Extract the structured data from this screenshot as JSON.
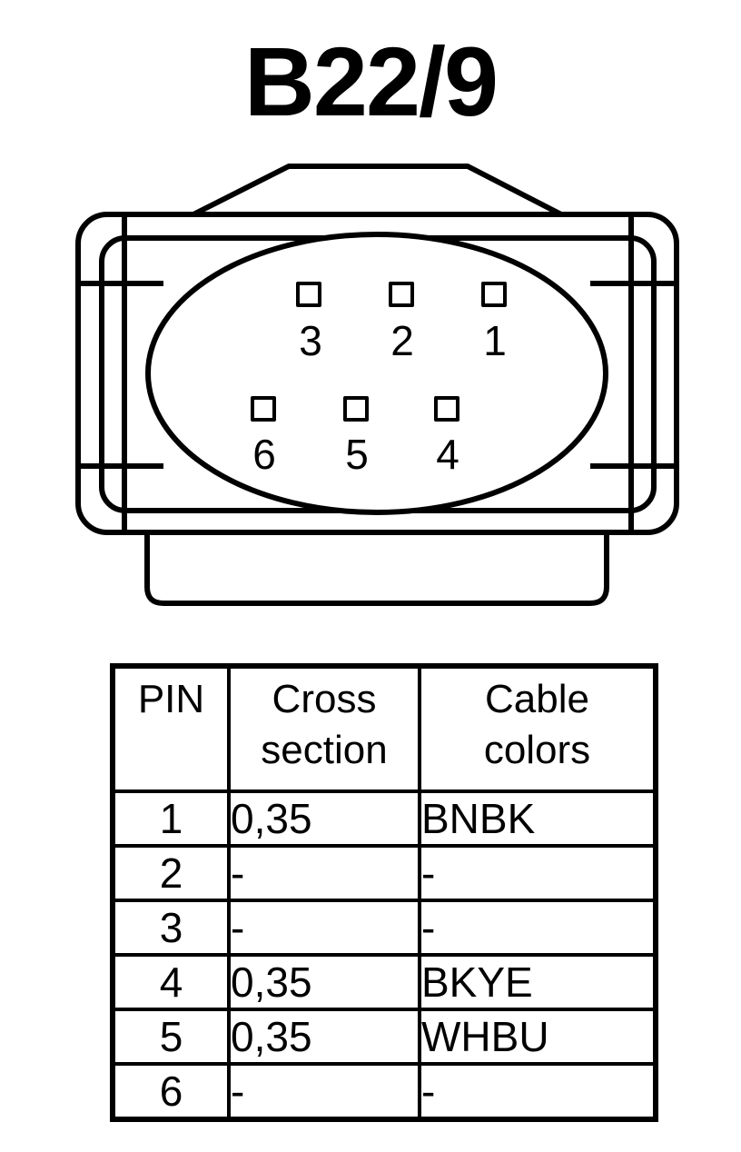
{
  "title": "B22/9",
  "connector": {
    "pins": [
      {
        "label": "3"
      },
      {
        "label": "2"
      },
      {
        "label": "1"
      },
      {
        "label": "6"
      },
      {
        "label": "5"
      },
      {
        "label": "4"
      }
    ]
  },
  "table": {
    "headers": {
      "pin": "PIN",
      "cross_line1": "Cross",
      "cross_line2": "section",
      "color_line1": "Cable",
      "color_line2": "colors"
    },
    "rows": [
      {
        "pin": "1",
        "cross": "0,35",
        "color": "BNBK"
      },
      {
        "pin": "2",
        "cross": "-",
        "color": "-"
      },
      {
        "pin": "3",
        "cross": "-",
        "color": "-"
      },
      {
        "pin": "4",
        "cross": "0,35",
        "color": "BKYE"
      },
      {
        "pin": "5",
        "cross": "0,35",
        "color": "WHBU"
      },
      {
        "pin": "6",
        "cross": "-",
        "color": "-"
      }
    ]
  }
}
